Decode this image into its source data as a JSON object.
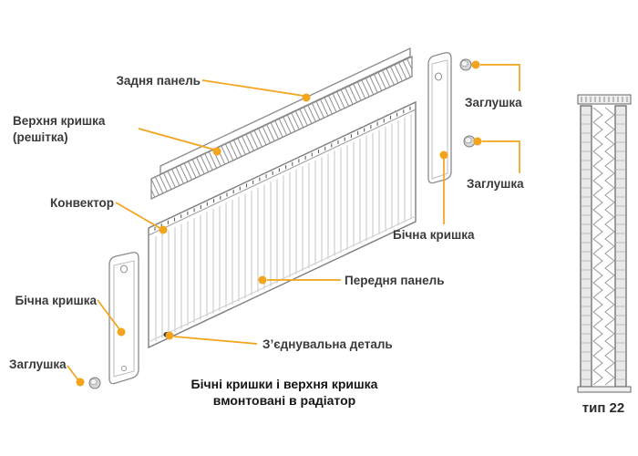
{
  "colors": {
    "accent": "#f3a41a",
    "drawing_outline": "#8a8a8a",
    "label_text": "#3a3a3a",
    "caption_text": "#151515"
  },
  "labels": {
    "back_panel": "Задня панель",
    "top_cover": {
      "line1": "Верхня кришка",
      "line2": "(решітка)"
    },
    "convector": "Конвектор",
    "side_cover_left": "Бічна кришка",
    "plug_bottom_left": "Заглушка",
    "front_panel": "Передня панель",
    "connector_part": "З’єднувальна деталь",
    "plug_top_right": "Заглушка",
    "plug_mid_right": "Заглушка",
    "side_cover_right": "Бічна кришка",
    "type_badge": "тип 22"
  },
  "caption": {
    "line1": "Бічні кришки і верхня кришка",
    "line2": "вмонтовані в радіатор"
  }
}
